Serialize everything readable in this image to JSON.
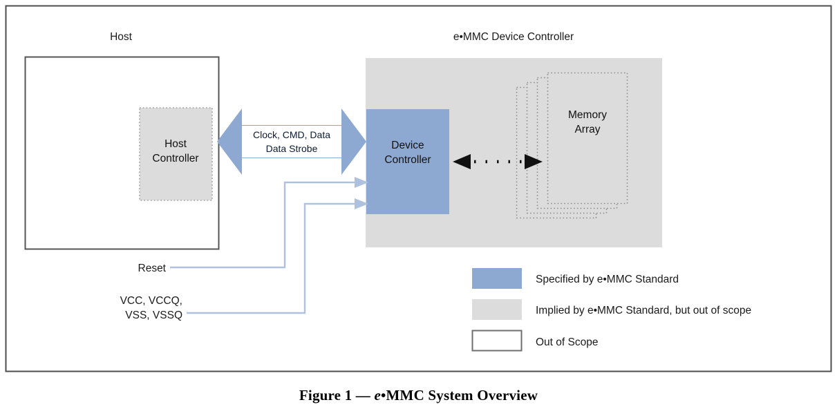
{
  "figure": {
    "caption_prefix": "Figure 1 — ",
    "caption_italic": "e",
    "caption_rest": "•MMC System Overview"
  },
  "diagram": {
    "host_title": "Host",
    "device_title": "e•MMC Device Controller",
    "blocks": {
      "host_controller": "Host\nController",
      "host_controller_line1": "Host",
      "host_controller_line2": "Controller",
      "device_controller_line1": "Device",
      "device_controller_line2": "Controller",
      "memory_array_line1": "Memory",
      "memory_array_line2": "Array"
    },
    "bus_arrow": {
      "line1": "Clock, CMD, Data",
      "line2": "Data Strobe"
    },
    "signals": [
      {
        "label": "Reset"
      },
      {
        "label_line1": "VCC, VCCQ,",
        "label_line2": "VSS, VSSQ"
      }
    ]
  },
  "legend": {
    "items": [
      {
        "swatch": "blue",
        "label": "Specified by e•MMC Standard"
      },
      {
        "swatch": "gray",
        "label": "Implied by e•MMC Standard, but out of scope"
      },
      {
        "swatch": "white",
        "label": "Out of Scope"
      }
    ]
  },
  "colors": {
    "blue": "#8DA9D1",
    "gray": "#DCDCDC",
    "white": "#FFFFFF",
    "frame": "#4D4D4D",
    "dotted": "#8C8C8C",
    "connector": "#AEC2DF"
  }
}
